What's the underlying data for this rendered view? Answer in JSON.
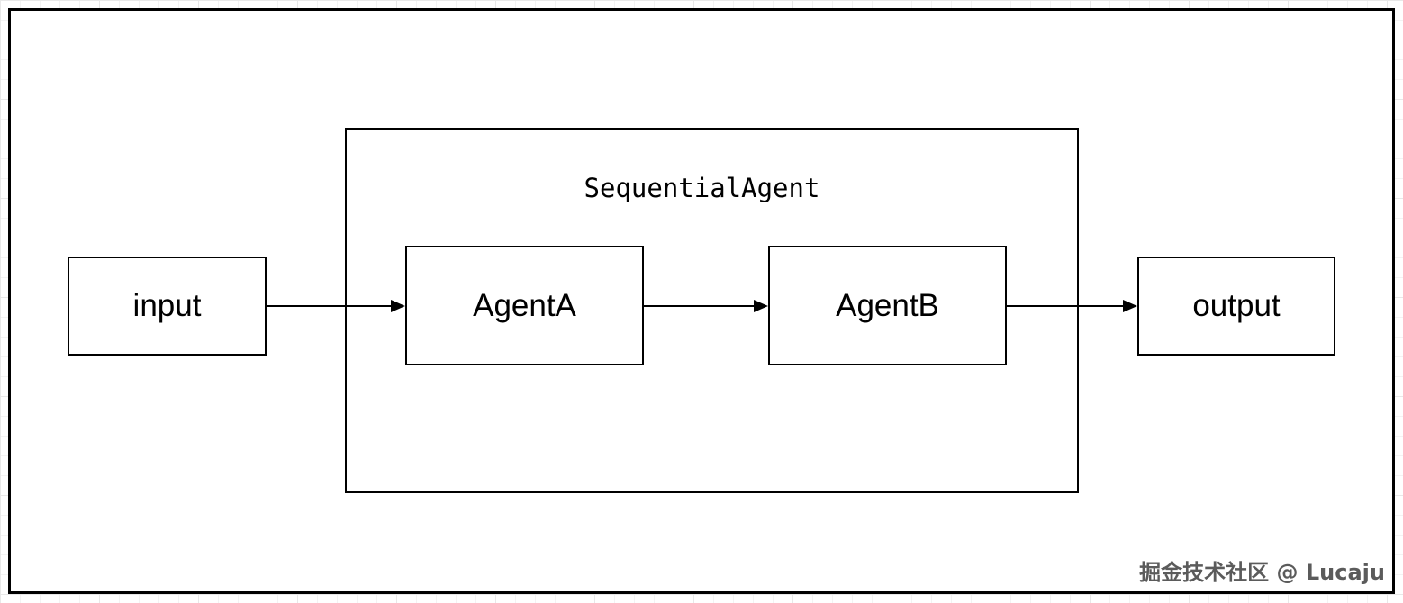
{
  "diagram": {
    "type": "flowchart",
    "container": {
      "id": "sequential_agent",
      "label": "SequentialAgent"
    },
    "nodes": [
      {
        "id": "input",
        "label": "input",
        "parent": null
      },
      {
        "id": "agent_a",
        "label": "AgentA",
        "parent": "sequential_agent"
      },
      {
        "id": "agent_b",
        "label": "AgentB",
        "parent": "sequential_agent"
      },
      {
        "id": "output",
        "label": "output",
        "parent": null
      }
    ],
    "edges": [
      {
        "from": "input",
        "to": "agent_a"
      },
      {
        "from": "agent_a",
        "to": "agent_b"
      },
      {
        "from": "agent_b",
        "to": "output"
      }
    ],
    "watermark": {
      "text": "掘金技术社区 @ Lucaju"
    },
    "colors": {
      "stroke": "#000000",
      "node_fill": "#ffffff",
      "canvas_fill": "#ffffff",
      "grid_line_minor": "#f3f3f3",
      "grid_line_major": "#e8e8e8",
      "watermark_text": "#373737",
      "watermark_shadow": "#ffffff"
    }
  }
}
